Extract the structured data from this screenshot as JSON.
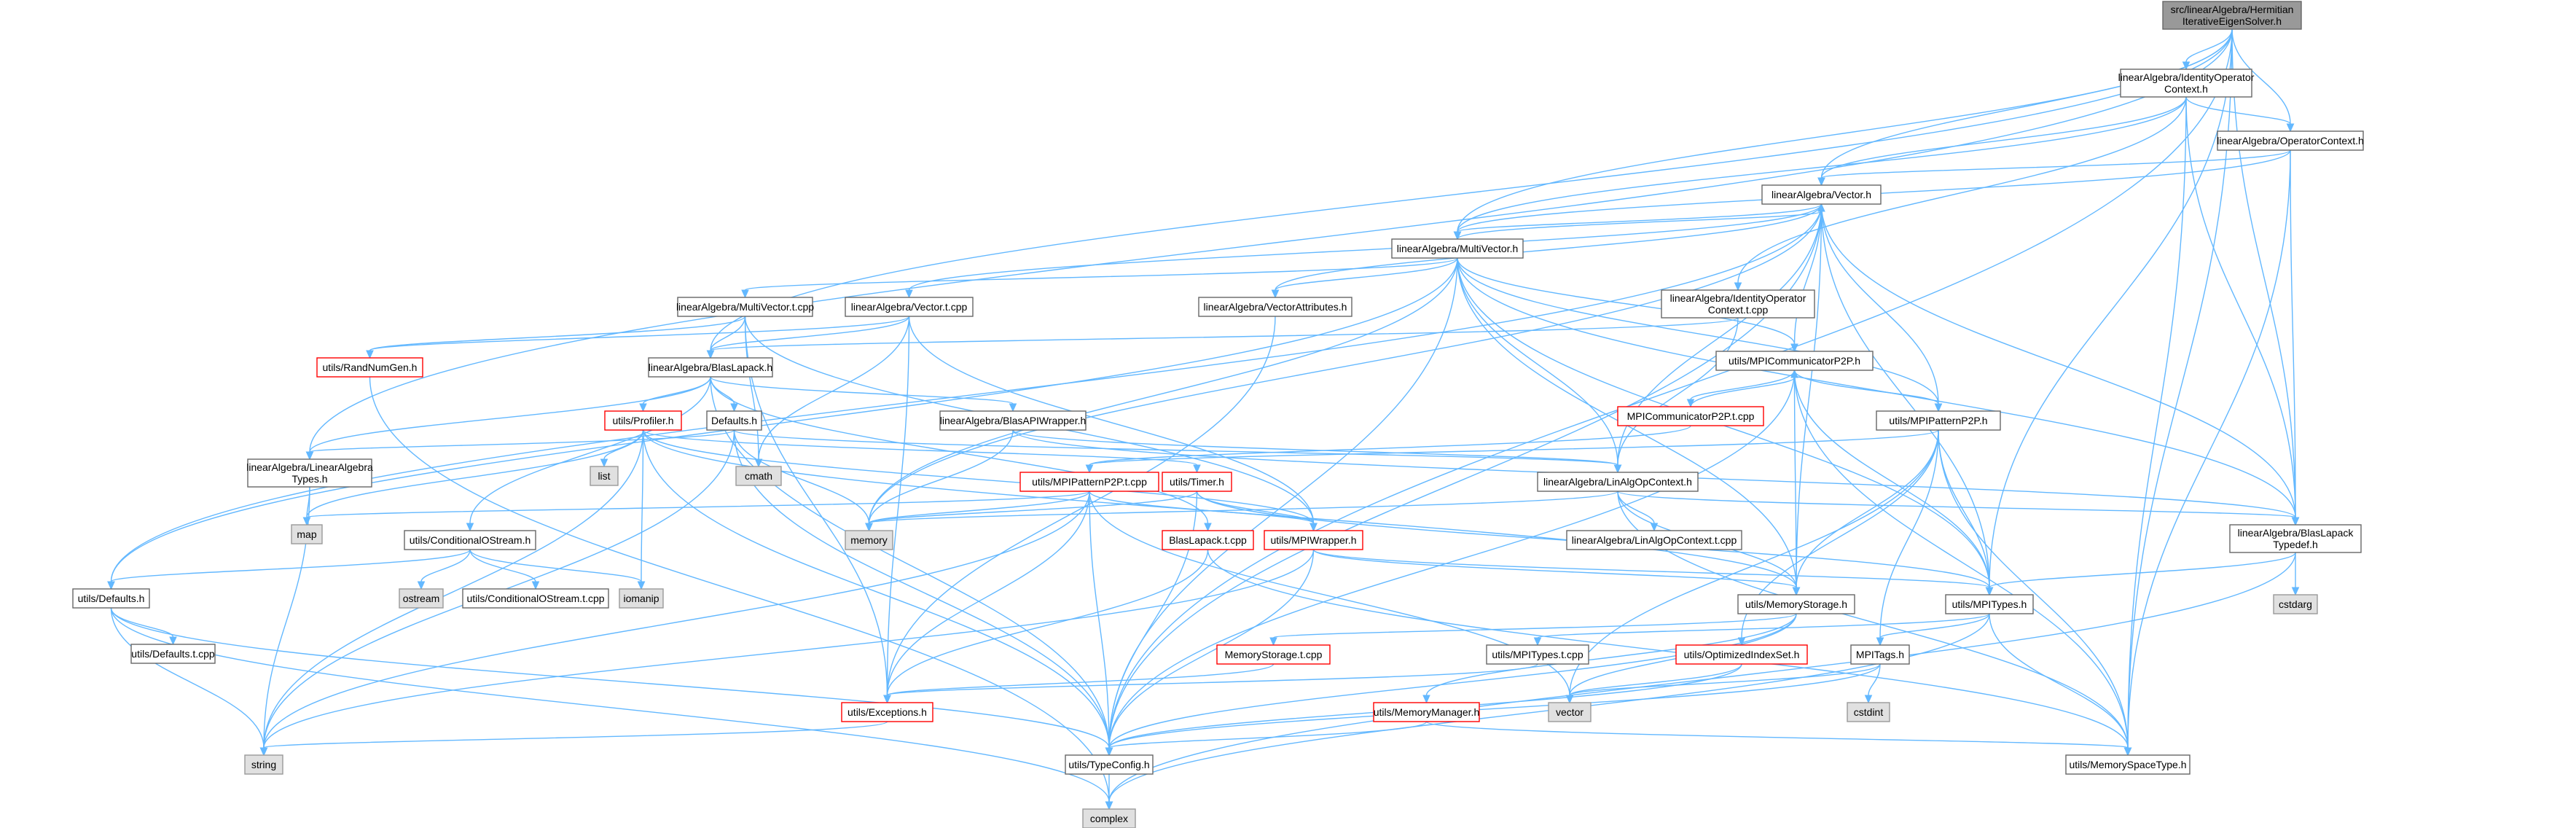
{
  "diagram": {
    "kind": "include-dependency-graph",
    "colors": {
      "edge": "#63b8ff",
      "normal_fill": "#ffffff",
      "normal_border": "#666666",
      "root_fill": "#999999",
      "root_border": "#666666",
      "red_border": "#ff0000",
      "system_fill": "#e0e0e0",
      "system_border": "#999999"
    },
    "nodes": {
      "root": {
        "lines": [
          "src/linearAlgebra/Hermitian",
          "IterativeEigenSolver.h"
        ],
        "style": "root"
      },
      "idopctx": {
        "lines": [
          "linearAlgebra/IdentityOperator",
          "Context.h"
        ],
        "style": "normal"
      },
      "opctx": {
        "lines": [
          "linearAlgebra/OperatorContext.h"
        ],
        "style": "normal"
      },
      "vector": {
        "lines": [
          "linearAlgebra/Vector.h"
        ],
        "style": "normal"
      },
      "multivec": {
        "lines": [
          "linearAlgebra/MultiVector.h"
        ],
        "style": "normal"
      },
      "idopctx_t": {
        "lines": [
          "linearAlgebra/IdentityOperator",
          "Context.t.cpp"
        ],
        "style": "normal"
      },
      "multivec_t": {
        "lines": [
          "linearAlgebra/MultiVector.t.cpp"
        ],
        "style": "normal"
      },
      "vector_t": {
        "lines": [
          "linearAlgebra/Vector.t.cpp"
        ],
        "style": "normal"
      },
      "vecattr": {
        "lines": [
          "linearAlgebra/VectorAttributes.h"
        ],
        "style": "normal"
      },
      "mpicommp2p": {
        "lines": [
          "utils/MPICommunicatorP2P.h"
        ],
        "style": "normal"
      },
      "randnum": {
        "lines": [
          "utils/RandNumGen.h"
        ],
        "style": "red"
      },
      "blaslapack": {
        "lines": [
          "linearAlgebra/BlasLapack.h"
        ],
        "style": "normal"
      },
      "mpicommp2p_t": {
        "lines": [
          "MPICommunicatorP2P.t.cpp"
        ],
        "style": "red"
      },
      "mpipattern": {
        "lines": [
          "utils/MPIPatternP2P.h"
        ],
        "style": "normal"
      },
      "profiler": {
        "lines": [
          "utils/Profiler.h"
        ],
        "style": "red"
      },
      "defaults_h": {
        "lines": [
          "Defaults.h"
        ],
        "style": "normal"
      },
      "blasapi": {
        "lines": [
          "linearAlgebra/BlasAPIWrapper.h"
        ],
        "style": "normal"
      },
      "latypes": {
        "lines": [
          "linearAlgebra/LinearAlgebra",
          "Types.h"
        ],
        "style": "normal"
      },
      "list": {
        "lines": [
          "list"
        ],
        "style": "system"
      },
      "cmath": {
        "lines": [
          "cmath"
        ],
        "style": "system"
      },
      "mpipattern_t": {
        "lines": [
          "utils/MPIPatternP2P.t.cpp"
        ],
        "style": "red"
      },
      "timer": {
        "lines": [
          "utils/Timer.h"
        ],
        "style": "red"
      },
      "linalgop": {
        "lines": [
          "linearAlgebra/LinAlgOpContext.h"
        ],
        "style": "normal"
      },
      "map": {
        "lines": [
          "map"
        ],
        "style": "system"
      },
      "memory": {
        "lines": [
          "memory"
        ],
        "style": "system"
      },
      "condostream": {
        "lines": [
          "utils/ConditionalOStream.h"
        ],
        "style": "normal"
      },
      "blaslapack_t": {
        "lines": [
          "BlasLapack.t.cpp"
        ],
        "style": "red"
      },
      "mpiwrapper": {
        "lines": [
          "utils/MPIWrapper.h"
        ],
        "style": "red"
      },
      "linalgop_t": {
        "lines": [
          "linearAlgebra/LinAlgOpContext.t.cpp"
        ],
        "style": "normal"
      },
      "blastypedef": {
        "lines": [
          "linearAlgebra/BlasLapack",
          "Typedef.h"
        ],
        "style": "normal"
      },
      "utilsdefaults": {
        "lines": [
          "utils/Defaults.h"
        ],
        "style": "normal"
      },
      "ostream": {
        "lines": [
          "ostream"
        ],
        "style": "system"
      },
      "condostream_t": {
        "lines": [
          "utils/ConditionalOStream.t.cpp"
        ],
        "style": "normal"
      },
      "iomanip": {
        "lines": [
          "iomanip"
        ],
        "style": "system"
      },
      "memstorage": {
        "lines": [
          "utils/MemoryStorage.h"
        ],
        "style": "normal"
      },
      "mpitypes": {
        "lines": [
          "utils/MPITypes.h"
        ],
        "style": "normal"
      },
      "cstdarg": {
        "lines": [
          "cstdarg"
        ],
        "style": "system"
      },
      "defaults_t": {
        "lines": [
          "utils/Defaults.t.cpp"
        ],
        "style": "normal"
      },
      "memstorage_t": {
        "lines": [
          "MemoryStorage.t.cpp"
        ],
        "style": "red"
      },
      "mpitypes_t": {
        "lines": [
          "utils/MPITypes.t.cpp"
        ],
        "style": "normal"
      },
      "optindex": {
        "lines": [
          "utils/OptimizedIndexSet.h"
        ],
        "style": "red"
      },
      "mpitags": {
        "lines": [
          "MPITags.h"
        ],
        "style": "normal"
      },
      "exceptions": {
        "lines": [
          "utils/Exceptions.h"
        ],
        "style": "red"
      },
      "memmanager": {
        "lines": [
          "utils/MemoryManager.h"
        ],
        "style": "red"
      },
      "vector_sys": {
        "lines": [
          "vector"
        ],
        "style": "system"
      },
      "cstdint": {
        "lines": [
          "cstdint"
        ],
        "style": "system"
      },
      "string": {
        "lines": [
          "string"
        ],
        "style": "system"
      },
      "typeconfig": {
        "lines": [
          "utils/TypeConfig.h"
        ],
        "style": "normal"
      },
      "memspacetype": {
        "lines": [
          "utils/MemorySpaceType.h"
        ],
        "style": "normal"
      },
      "complex": {
        "lines": [
          "complex"
        ],
        "style": "system"
      }
    }
  }
}
